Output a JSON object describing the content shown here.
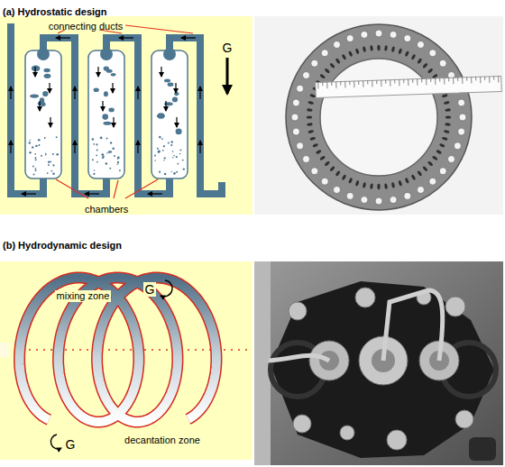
{
  "diagram": {
    "labels": [
      "(a) Hydrostatic design",
      "connecting ducts",
      "G",
      "chambers",
      "(b) Hydrodynamic design",
      "mixing zone",
      "G",
      "G",
      "decantation zone"
    ]
  }
}
